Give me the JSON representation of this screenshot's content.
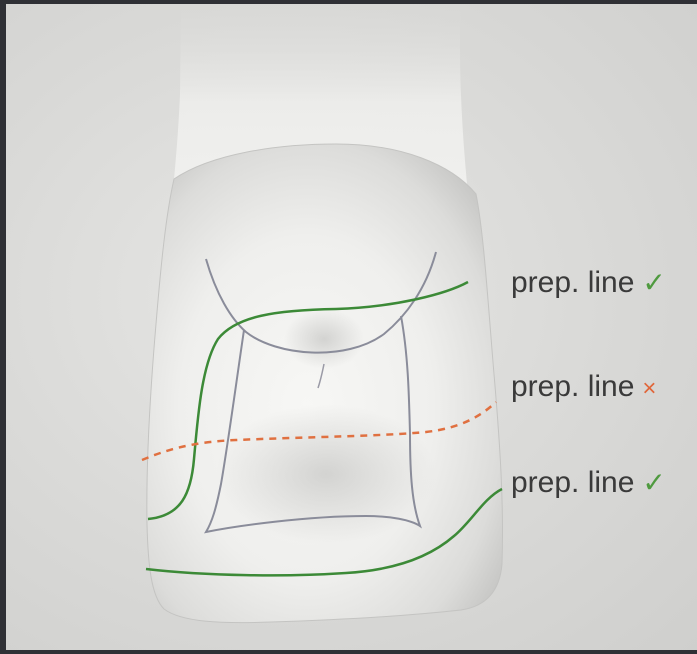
{
  "labels": [
    {
      "text": "prep. line",
      "mark": "✓",
      "status": "correct",
      "color": "#4f9a3f"
    },
    {
      "text": "prep. line",
      "mark": "×",
      "status": "incorrect",
      "color": "#e0663a"
    },
    {
      "text": "prep. line",
      "mark": "✓",
      "status": "correct",
      "color": "#4f9a3f"
    }
  ],
  "colors": {
    "correct_line": "#3c8a37",
    "incorrect_line": "#e07040",
    "outline": "#8a8c9a",
    "tooth": "#f4f4f2",
    "background": "#dadad8"
  }
}
